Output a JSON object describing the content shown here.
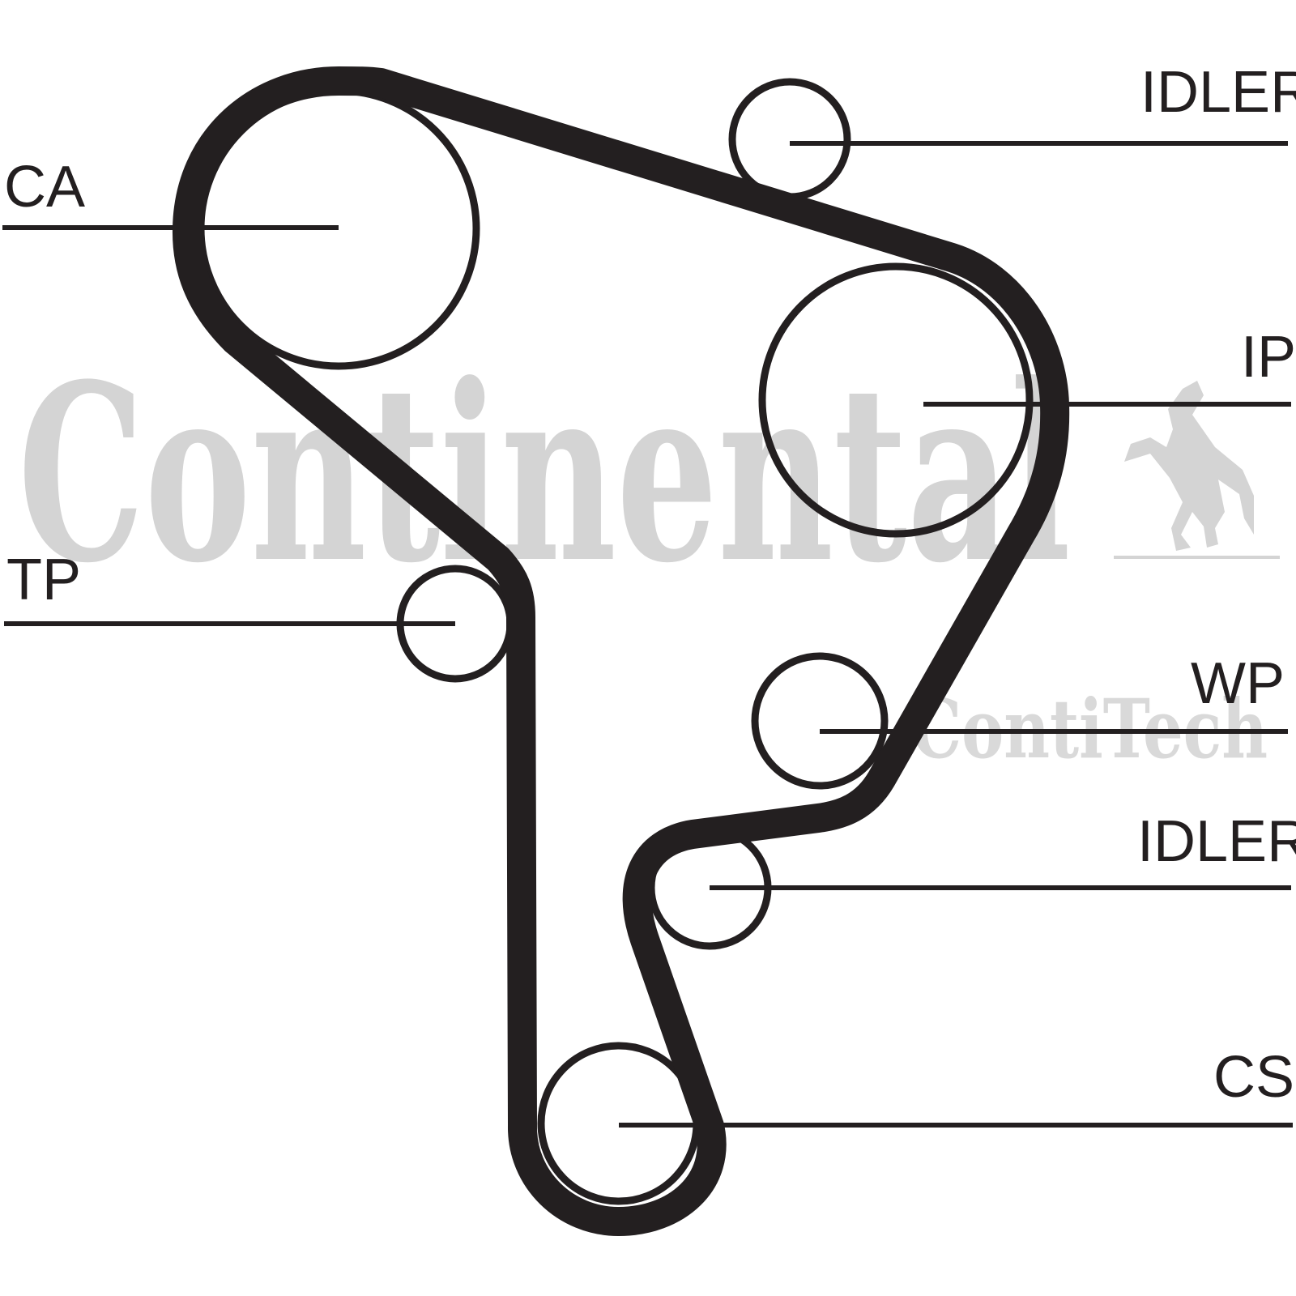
{
  "watermark": {
    "brand": "Continental",
    "sub_brand": "ContiTech",
    "logo_icon": "rearing-horse-icon"
  },
  "labels": {
    "ca": "CA",
    "tp": "TP",
    "idler_top": "IDLER",
    "ip": "IP",
    "wp": "WP",
    "idler_bottom": "IDLER",
    "cs": "CS"
  },
  "colors": {
    "ink": "#231f20",
    "watermark": "#d4d4d4",
    "background": "#ffffff"
  }
}
